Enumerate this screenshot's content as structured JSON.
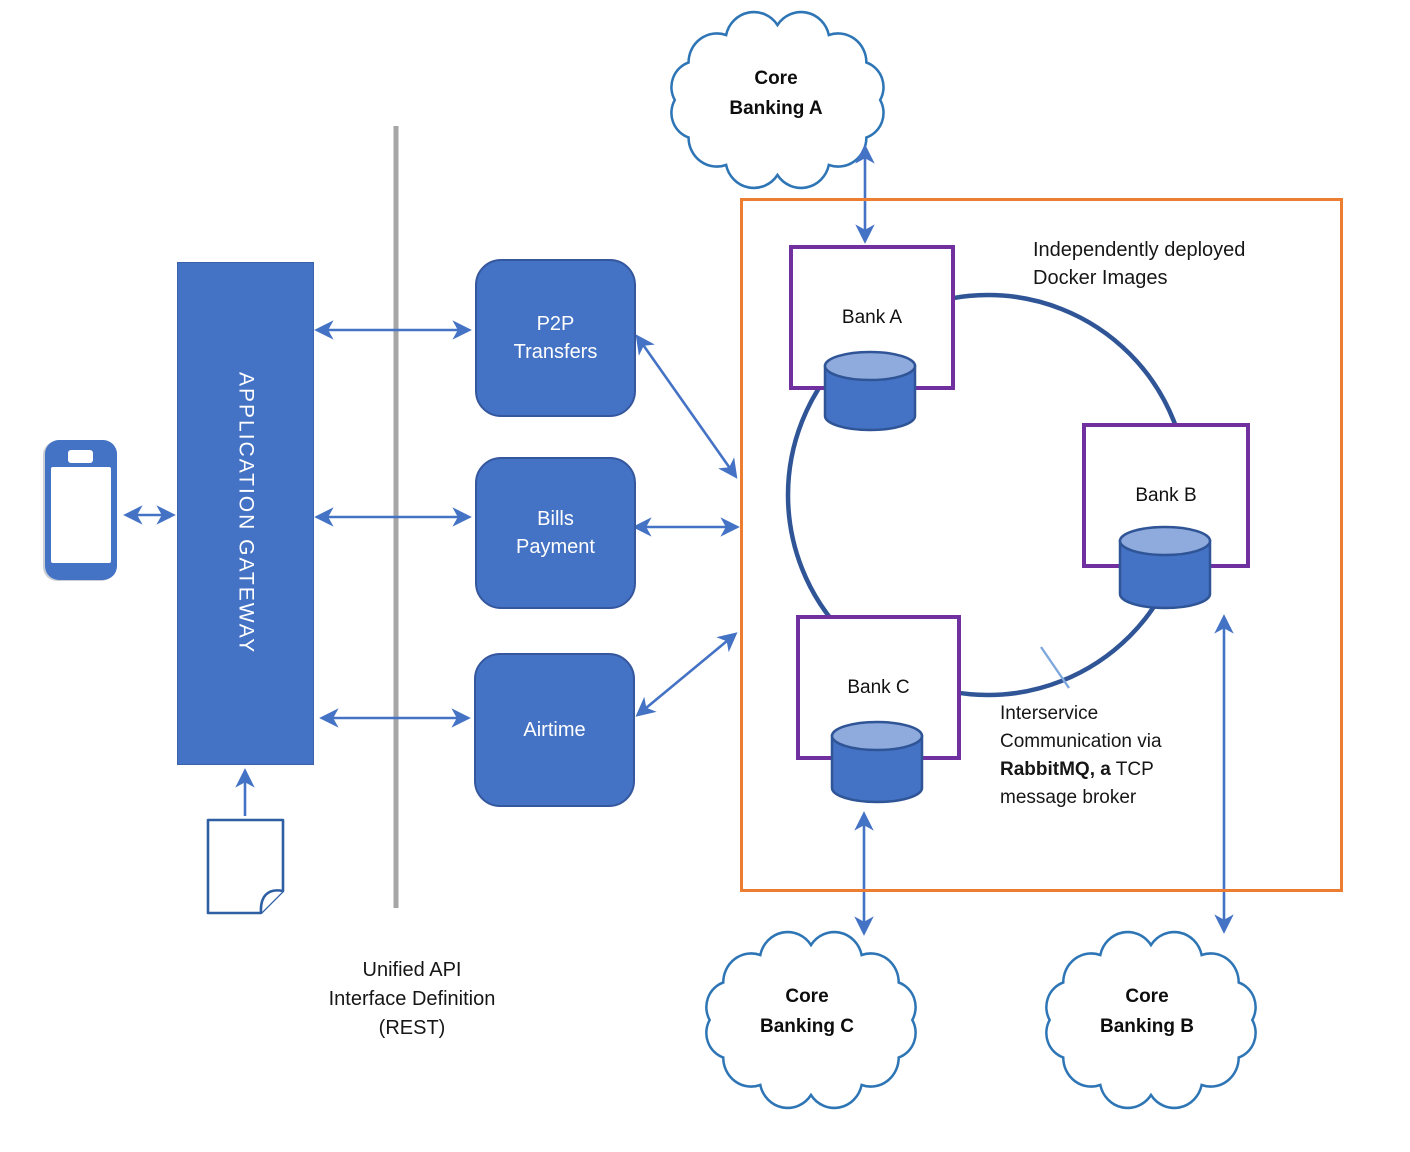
{
  "colors": {
    "accent_blue": "#4472C4",
    "dark_blue": "#2F5597",
    "bank_border_purple": "#7030A0",
    "container_orange": "#ED7D31",
    "divider_gray": "#A6A6A6",
    "cloud_outline_blue": "#2E75B6",
    "cylinder_top_blue": "#8FAADC"
  },
  "gateway": {
    "label": "APPLICATION GATEWAY"
  },
  "services": [
    {
      "name": "p2p-transfers",
      "lines": [
        "P2P",
        "Transfers"
      ]
    },
    {
      "name": "bills-payment",
      "lines": [
        "Bills",
        "Payment"
      ]
    },
    {
      "name": "airtime",
      "lines": [
        "Airtime"
      ]
    }
  ],
  "banks": [
    {
      "label": "Bank A"
    },
    {
      "label": "Bank B"
    },
    {
      "label": "Bank C"
    }
  ],
  "clouds": [
    {
      "name": "core-banking-a",
      "lines": [
        "Core",
        "Banking A"
      ]
    },
    {
      "name": "core-banking-c",
      "lines": [
        "Core",
        "Banking C"
      ]
    },
    {
      "name": "core-banking-b",
      "lines": [
        "Core",
        "Banking B"
      ]
    }
  ],
  "notes": {
    "docker": {
      "line1": "Independently deployed",
      "line2": "Docker Images"
    },
    "rabbitmq": {
      "line1": "Interservice",
      "line2": "Communication via",
      "line3_bold": "RabbitMQ, a",
      "line3_rest": " TCP",
      "line4": "message broker"
    },
    "rest_api": {
      "line1": "Unified API",
      "line2": "Interface Definition",
      "line3": "(REST)"
    }
  }
}
